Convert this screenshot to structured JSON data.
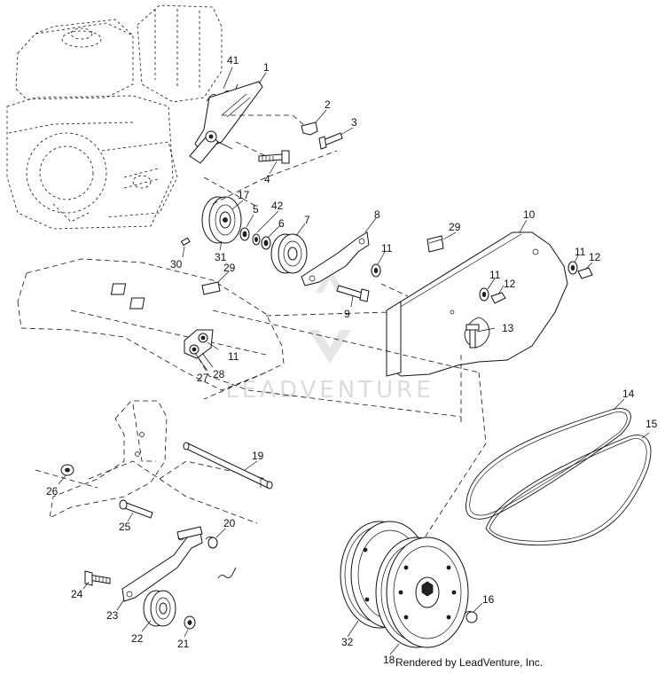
{
  "watermark": "LEADVENTURE",
  "credit": "Rendered by LeadVenture, Inc.",
  "callouts": [
    {
      "id": "c41",
      "text": "41"
    },
    {
      "id": "c1",
      "text": "1"
    },
    {
      "id": "c2",
      "text": "2"
    },
    {
      "id": "c3",
      "text": "3"
    },
    {
      "id": "c4",
      "text": "4"
    },
    {
      "id": "c17",
      "text": "17"
    },
    {
      "id": "c5",
      "text": "5"
    },
    {
      "id": "c42",
      "text": "42"
    },
    {
      "id": "c6",
      "text": "6"
    },
    {
      "id": "c7",
      "text": "7"
    },
    {
      "id": "c8",
      "text": "8"
    },
    {
      "id": "c29a",
      "text": "29"
    },
    {
      "id": "c10",
      "text": "10"
    },
    {
      "id": "c11a",
      "text": "11"
    },
    {
      "id": "c11b",
      "text": "11"
    },
    {
      "id": "c12a",
      "text": "12"
    },
    {
      "id": "c11c",
      "text": "11"
    },
    {
      "id": "c12b",
      "text": "12"
    },
    {
      "id": "c30",
      "text": "30"
    },
    {
      "id": "c31",
      "text": "31"
    },
    {
      "id": "c29b",
      "text": "29"
    },
    {
      "id": "c9",
      "text": "9"
    },
    {
      "id": "c13",
      "text": "13"
    },
    {
      "id": "c11d",
      "text": "11"
    },
    {
      "id": "c28",
      "text": "28"
    },
    {
      "id": "c27",
      "text": "27"
    },
    {
      "id": "c14",
      "text": "14"
    },
    {
      "id": "c15",
      "text": "15"
    },
    {
      "id": "c19",
      "text": "19"
    },
    {
      "id": "c26",
      "text": "26"
    },
    {
      "id": "c25",
      "text": "25"
    },
    {
      "id": "c20",
      "text": "20"
    },
    {
      "id": "c24",
      "text": "24"
    },
    {
      "id": "c23",
      "text": "23"
    },
    {
      "id": "c22",
      "text": "22"
    },
    {
      "id": "c21",
      "text": "21"
    },
    {
      "id": "c16",
      "text": "16"
    },
    {
      "id": "c32",
      "text": "32"
    },
    {
      "id": "c18",
      "text": "18"
    }
  ]
}
